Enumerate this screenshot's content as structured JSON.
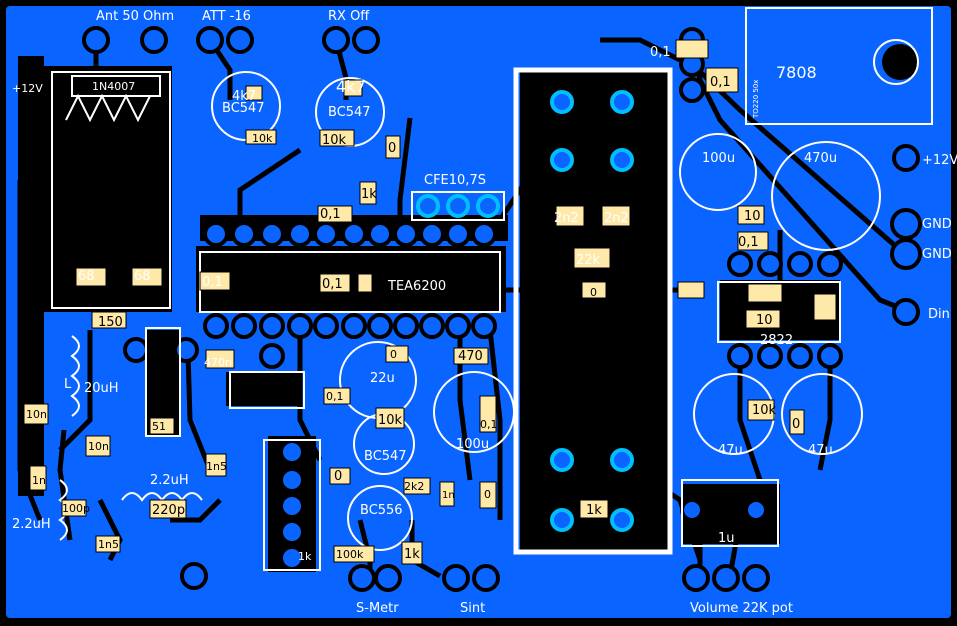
{
  "board": {
    "colors": {
      "copper": "#0a64ff",
      "background": "#000000",
      "trace": "#0a64ff",
      "pad_ring": "#00bfff",
      "silkscreen": "#ffffff",
      "part_fill": "#ffe9a8"
    },
    "connectors": {
      "ant": "Ant 50 Ohm",
      "att": "ATT -16",
      "rx_off": "RX Off",
      "cfe": "CFE10,7S",
      "smetr": "S-Metr",
      "sint": "Sint",
      "volume": "Volume 22K pot",
      "plus12_left": "+12V",
      "plus12_right": "+12V",
      "gnd1": "GND",
      "gnd2": "GND",
      "din": "Din"
    },
    "ics": {
      "tea": "TEA6200",
      "reg": "7808",
      "reg_small": "TO220 50x",
      "amp": "2822"
    },
    "components": {
      "diode": "1N4007",
      "t1_r": "4k7",
      "t1": "BC547",
      "t1_r2": "10k",
      "t2_r": "4k7",
      "t2": "BC547",
      "t2_r2": "10k",
      "c_0": "0",
      "r_1k_top": "1k",
      "c_01a": "0,1",
      "c_01b": "0,1",
      "c_01c": "0,1",
      "c_01d": "0,1",
      "c_01e": "0,1",
      "c_01f": "0,1",
      "c_01g": "0,1",
      "c_01h": "0,1",
      "r68a": "68",
      "r68b": "68",
      "r150": "150",
      "c470n": "470n",
      "l20": "20uH",
      "l_label": "L",
      "c10n_a": "10n",
      "c10n_b": "10n",
      "c1n": "1n",
      "c100p": "100p",
      "l22a": "2.2uH",
      "l22b": "2.2uH",
      "c220p": "220p",
      "c1n5a": "1n5",
      "c1n5b": "1n5",
      "c51": "51",
      "c22u": "22u",
      "r10k_mid": "10k",
      "c0_mid": "0",
      "t3": "BC547",
      "r470": "470",
      "c100u_mid": "100u",
      "c2k2": "2k2",
      "c1n_mid": "1n",
      "c0_mid2": "0",
      "t4": "BC556",
      "r100k": "100k",
      "r1k_bot": "1k",
      "r1k_small": "1k",
      "c2n2a": "2n2",
      "c2n2b": "2n2",
      "r22k": "22k",
      "r1k_right": "1k",
      "c0_small": "0",
      "c100u_right": "100u",
      "c470u": "470u",
      "r10_a": "10",
      "r10_b": "10",
      "c47u_a": "47u",
      "c47u_b": "47u",
      "r10k_right": "10k",
      "c0_right": "0",
      "c1u": "1u",
      "c0_pad": "0"
    }
  }
}
